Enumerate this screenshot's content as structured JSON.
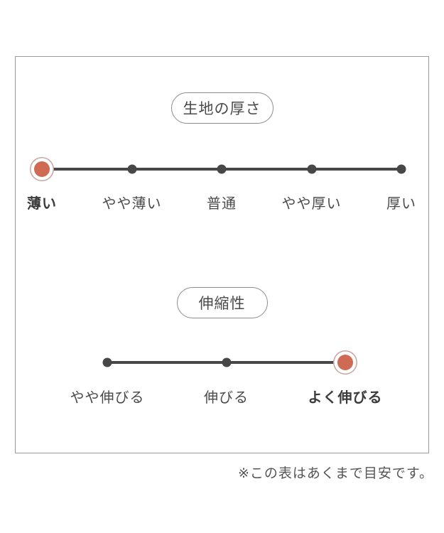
{
  "sections": [
    {
      "title": "生地の厚さ",
      "selected_index": 0,
      "options": [
        {
          "label": "薄い",
          "selected": true
        },
        {
          "label": "やや薄い",
          "selected": false
        },
        {
          "label": "普通",
          "selected": false
        },
        {
          "label": "やや厚い",
          "selected": false
        },
        {
          "label": "厚い",
          "selected": false
        }
      ]
    },
    {
      "title": "伸縮性",
      "selected_index": 2,
      "options": [
        {
          "label": "やや伸びる",
          "selected": false
        },
        {
          "label": "伸びる",
          "selected": false
        },
        {
          "label": "よく伸びる",
          "selected": true
        }
      ]
    }
  ],
  "footnote": "※この表はあくまで目安です。",
  "colors": {
    "accent": "#cf6b55",
    "accent_ring": "#c9a49c",
    "scale_line": "#474747",
    "text": "#4a4a4a",
    "panel_border": "#9b9b9b"
  }
}
